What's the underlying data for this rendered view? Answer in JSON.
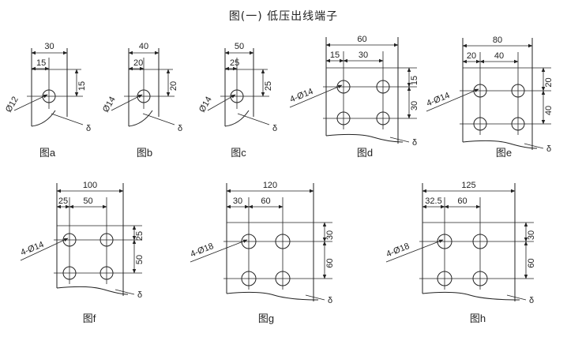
{
  "title": "图(一)  低压出线端子",
  "figures": [
    {
      "caption": "图a",
      "holes_label": "Ø12",
      "overall": "30",
      "offset": "15",
      "vertical": [
        "15"
      ],
      "delta": "δ"
    },
    {
      "caption": "图b",
      "holes_label": "Ø14",
      "overall": "40",
      "offset": "20",
      "vertical": [
        "20"
      ],
      "delta": "δ"
    },
    {
      "caption": "图c",
      "holes_label": "Ø14",
      "overall": "50",
      "offset": "25",
      "vertical": [
        "25"
      ],
      "delta": "δ"
    },
    {
      "caption": "图d",
      "holes_label": "4-Ø14",
      "overall": "60",
      "offset": "15",
      "pitch": "30",
      "vertical": [
        "15",
        "30"
      ],
      "delta": "δ"
    },
    {
      "caption": "图e",
      "holes_label": "4-Ø14",
      "overall": "80",
      "offset": "20",
      "pitch": "40",
      "vertical": [
        "20",
        "40"
      ],
      "delta": "δ"
    },
    {
      "caption": "图f",
      "holes_label": "4-Ø14",
      "overall": "100",
      "offset": "25",
      "pitch": "50",
      "vertical": [
        "25",
        "50"
      ],
      "delta": "δ"
    },
    {
      "caption": "图g",
      "holes_label": "4-Ø18",
      "overall": "120",
      "offset": "30",
      "pitch": "60",
      "vertical": [
        "30",
        "60"
      ],
      "delta": "δ"
    },
    {
      "caption": "图h",
      "holes_label": "4-Ø18",
      "overall": "125",
      "offset": "32.5",
      "pitch": "60",
      "vertical": [
        "30",
        "60"
      ],
      "delta": "δ"
    }
  ]
}
